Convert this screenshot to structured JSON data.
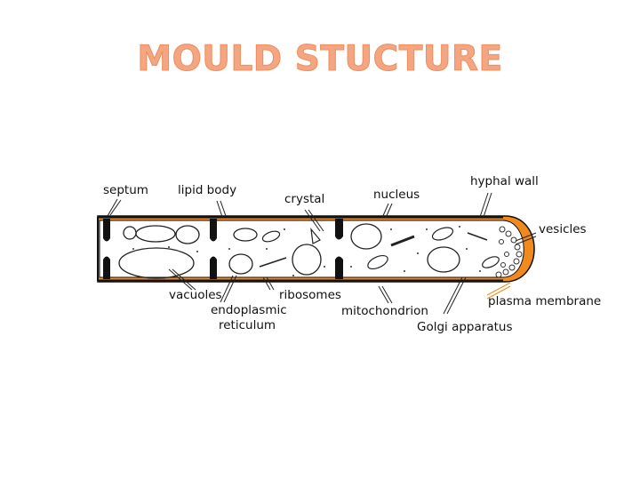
{
  "page": {
    "title": "MOULD STUCTURE"
  },
  "diagram": {
    "labels": {
      "septum": "septum",
      "lipid_body": "lipid body",
      "crystal": "crystal",
      "nucleus": "nucleus",
      "hyphal_wall": "hyphal wall",
      "vesicles": "vesicles",
      "vacuoles": "vacuoles",
      "endoplasmic_1": "endoplasmic",
      "endoplasmic_2": "reticulum",
      "ribosomes": "ribosomes",
      "mitochondrion": "mitochondrion",
      "golgi": "Golgi apparatus",
      "plasma_membrane": "plasma membrane"
    },
    "colors": {
      "wall": "#f08a1c",
      "outline": "#111111",
      "title": "#f4a582"
    }
  }
}
